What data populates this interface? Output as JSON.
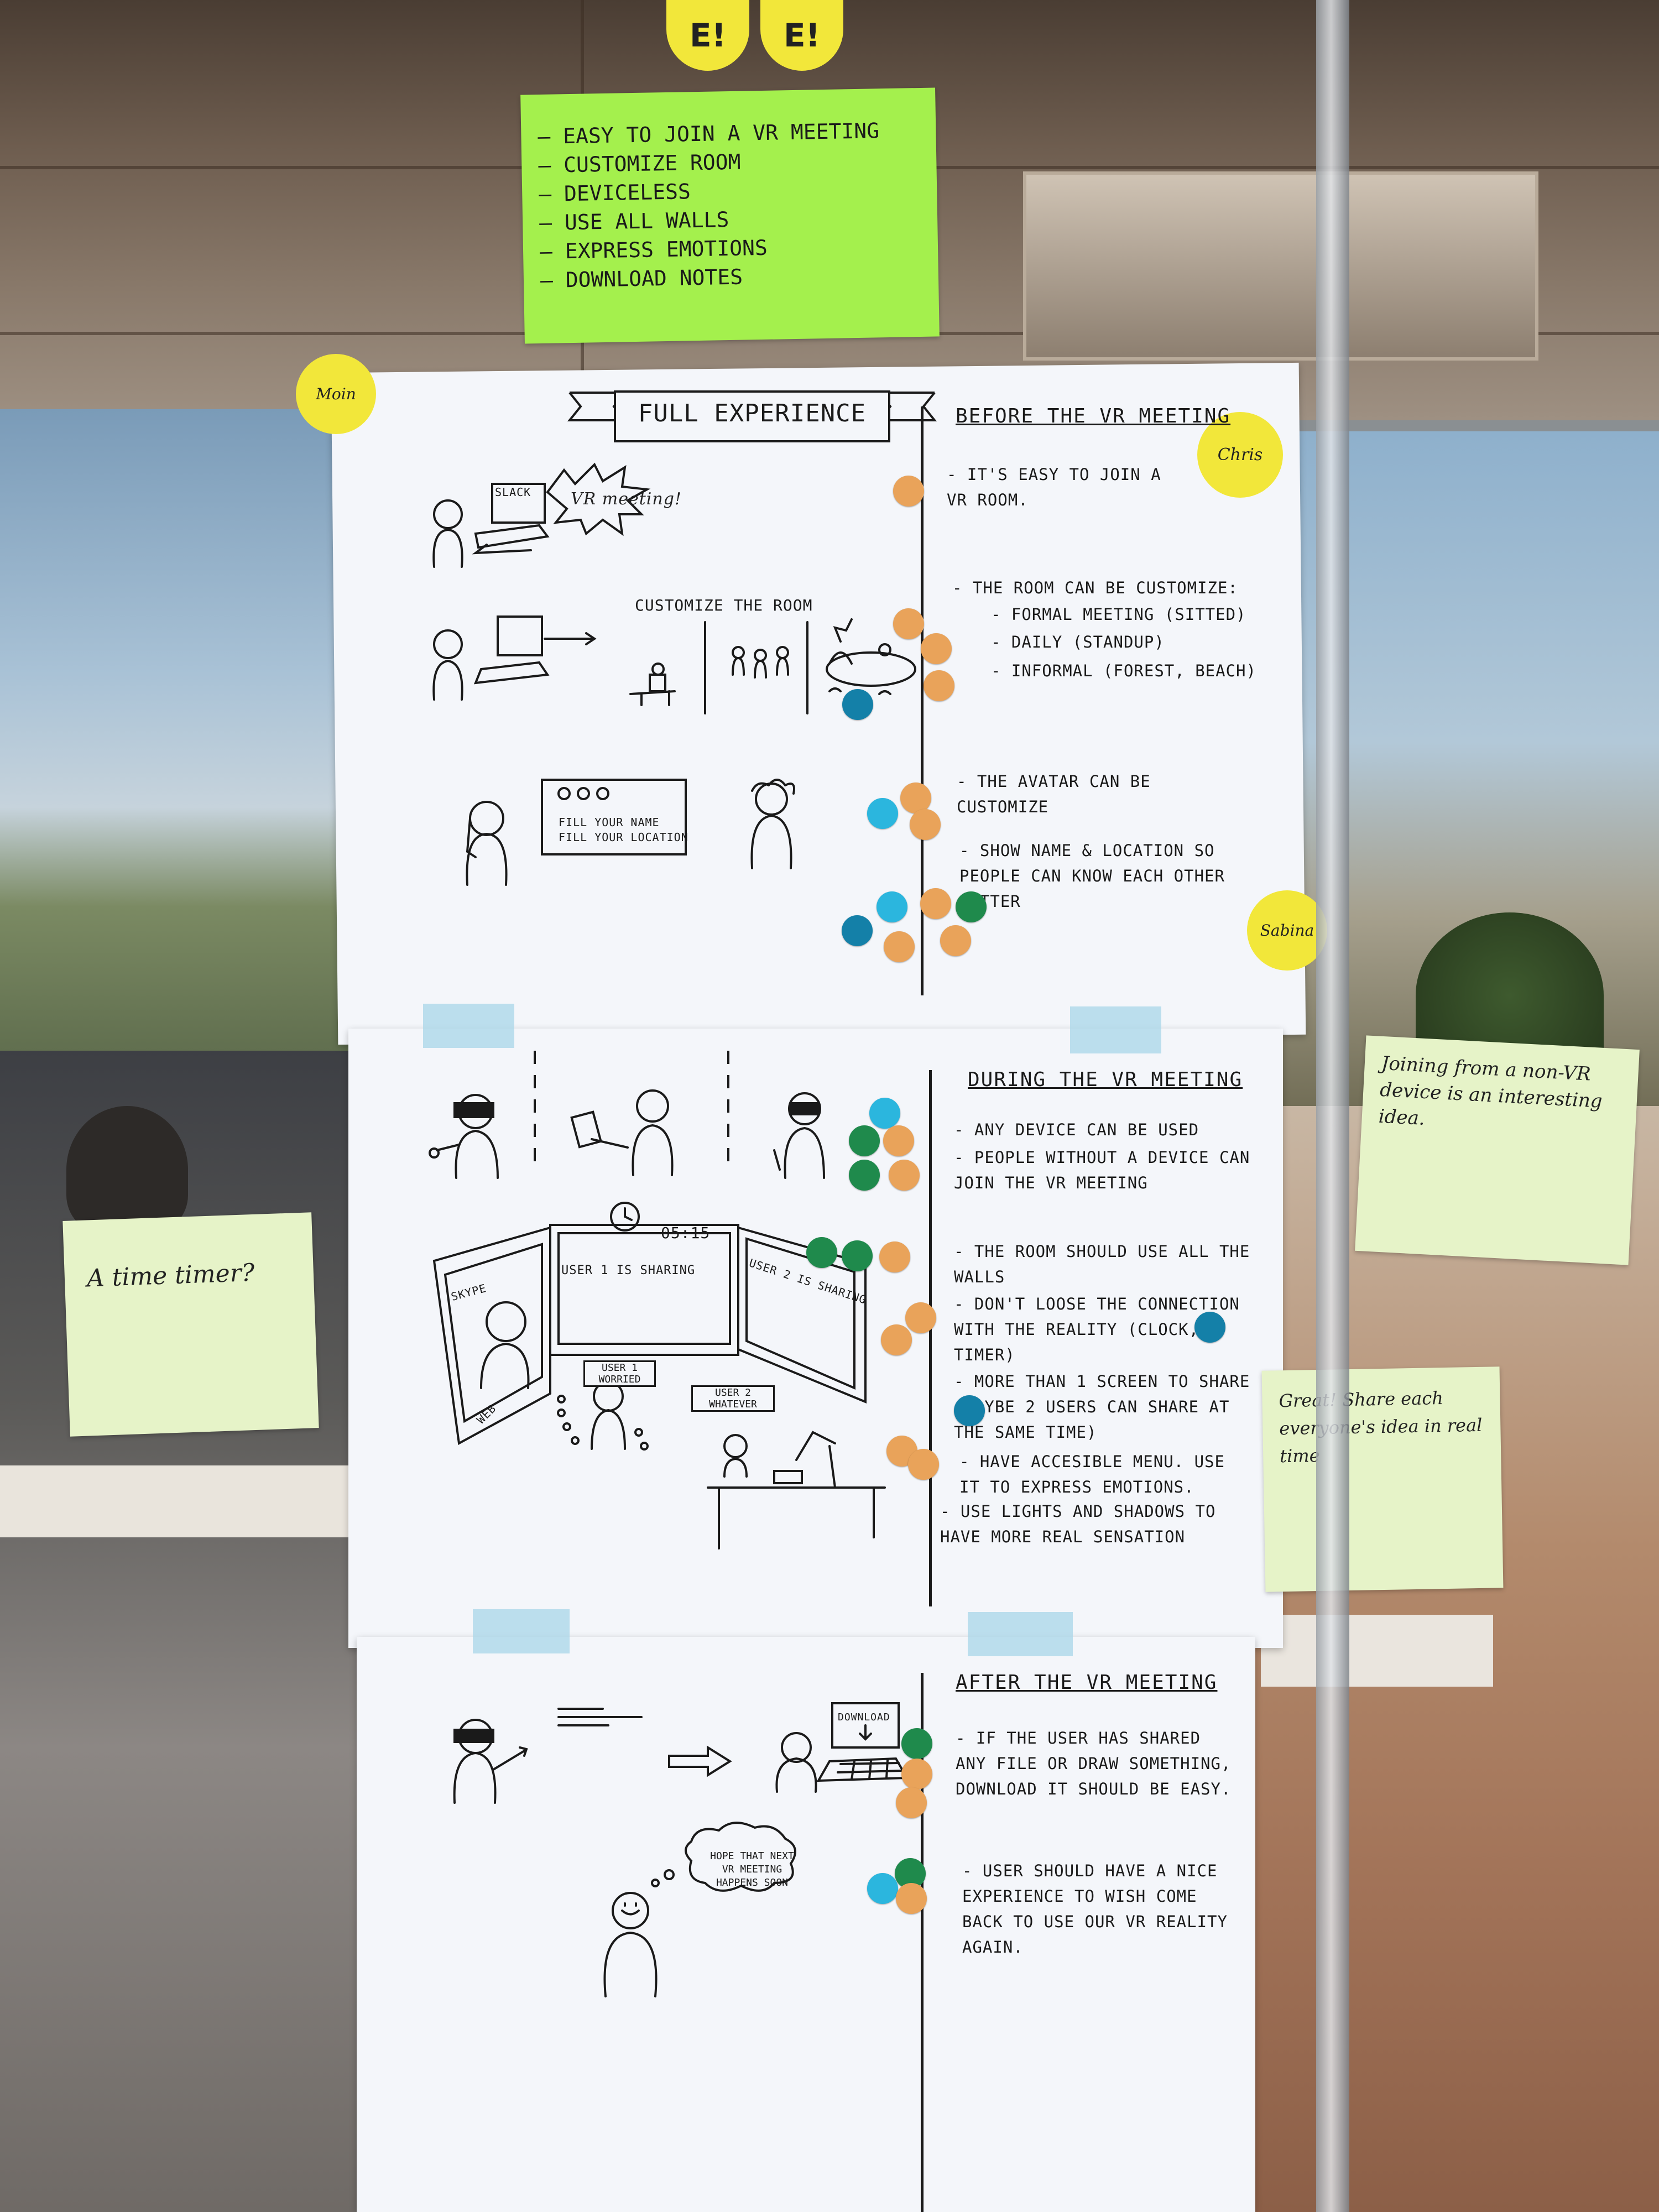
{
  "top_badges": [
    "E!",
    "E!"
  ],
  "green_note": {
    "lines": [
      "— EASY TO JOIN A VR MEETING",
      "— CUSTOMIZE ROOM",
      "— DEVICELESS",
      "— USE ALL WALLS",
      "— EXPRESS EMOTIONS",
      "— DOWNLOAD NOTES"
    ]
  },
  "name_dots": {
    "moin": "Moin",
    "chris": "Chris",
    "sabina": "Sabina"
  },
  "board": {
    "title": "FULL EXPERIENCE",
    "before": {
      "heading": "BEFORE THE VR MEETING",
      "items": [
        "- IT'S EASY TO JOIN A VR ROOM.",
        "- THE ROOM CAN BE CUSTOMIZE:",
        "- FORMAL MEETING (SITTED)",
        "- DAILY (STANDUP)",
        "- INFORMAL (FOREST, BEACH)",
        "- THE AVATAR CAN BE CUSTOMIZE",
        "- SHOW NAME & LOCATION SO PEOPLE CAN KNOW EACH OTHER BETTER"
      ]
    },
    "during": {
      "heading": "DURING THE VR MEETING",
      "items": [
        "- ANY DEVICE CAN BE USED",
        "- PEOPLE WITHOUT A DEVICE CAN JOIN THE VR MEETING",
        "- THE ROOM SHOULD USE ALL THE WALLS",
        "- DON'T LOOSE THE CONNECTION WITH THE REALITY (CLOCK, TIMER)",
        "- MORE THAN 1 SCREEN TO SHARE (MAYBE 2 USERS CAN SHARE AT THE SAME TIME)",
        "- HAVE ACCESIBLE MENU. USE IT TO EXPRESS EMOTIONS.",
        "- USE LIGHTS AND SHADOWS TO HAVE MORE REAL SENSATION"
      ]
    },
    "after": {
      "heading": "AFTER THE VR MEETING",
      "items": [
        "- IF THE USER HAS SHARED ANY FILE OR DRAW SOMETHING, DOWNLOAD IT SHOULD BE EASY.",
        "- USER SHOULD HAVE A NICE EXPERIENCE TO WISH COME BACK TO USE OUR VR REALITY AGAIN."
      ]
    },
    "sketch_labels": {
      "slack": "SLACK",
      "vr_meeting": "VR meeting!",
      "customize": "CUSTOMIZE THE ROOM",
      "fill_name": "FILL YOUR NAME",
      "fill_location": "FILL YOUR LOCATION",
      "clock": "05:15",
      "user1_sharing": "USER 1 IS SHARING",
      "user2_sharing": "USER 2 IS SHARING",
      "skype": "SKYPE",
      "web": "WEB",
      "user1_worried": "USER 1 WORRIED",
      "user2_whatever": "USER 2 WHATEVER",
      "download": "DOWNLOAD",
      "hope": "HOPE THAT NEXT VR MEETING HAPPENS SOON"
    }
  },
  "side_notes": {
    "left": "A time timer?",
    "right_top": "Joining from a non-VR device is an interesting idea.",
    "right_bottom": "Great! Share each everyone's idea in real time"
  },
  "colors": {
    "orange": "#e9a35a",
    "green": "#1f8a4c",
    "light_blue": "#2bb6de",
    "dark_blue": "#1480a8",
    "yellow": "#f2e73a",
    "lime": "#a4f04d",
    "pale_note": "#e6f3c8"
  }
}
